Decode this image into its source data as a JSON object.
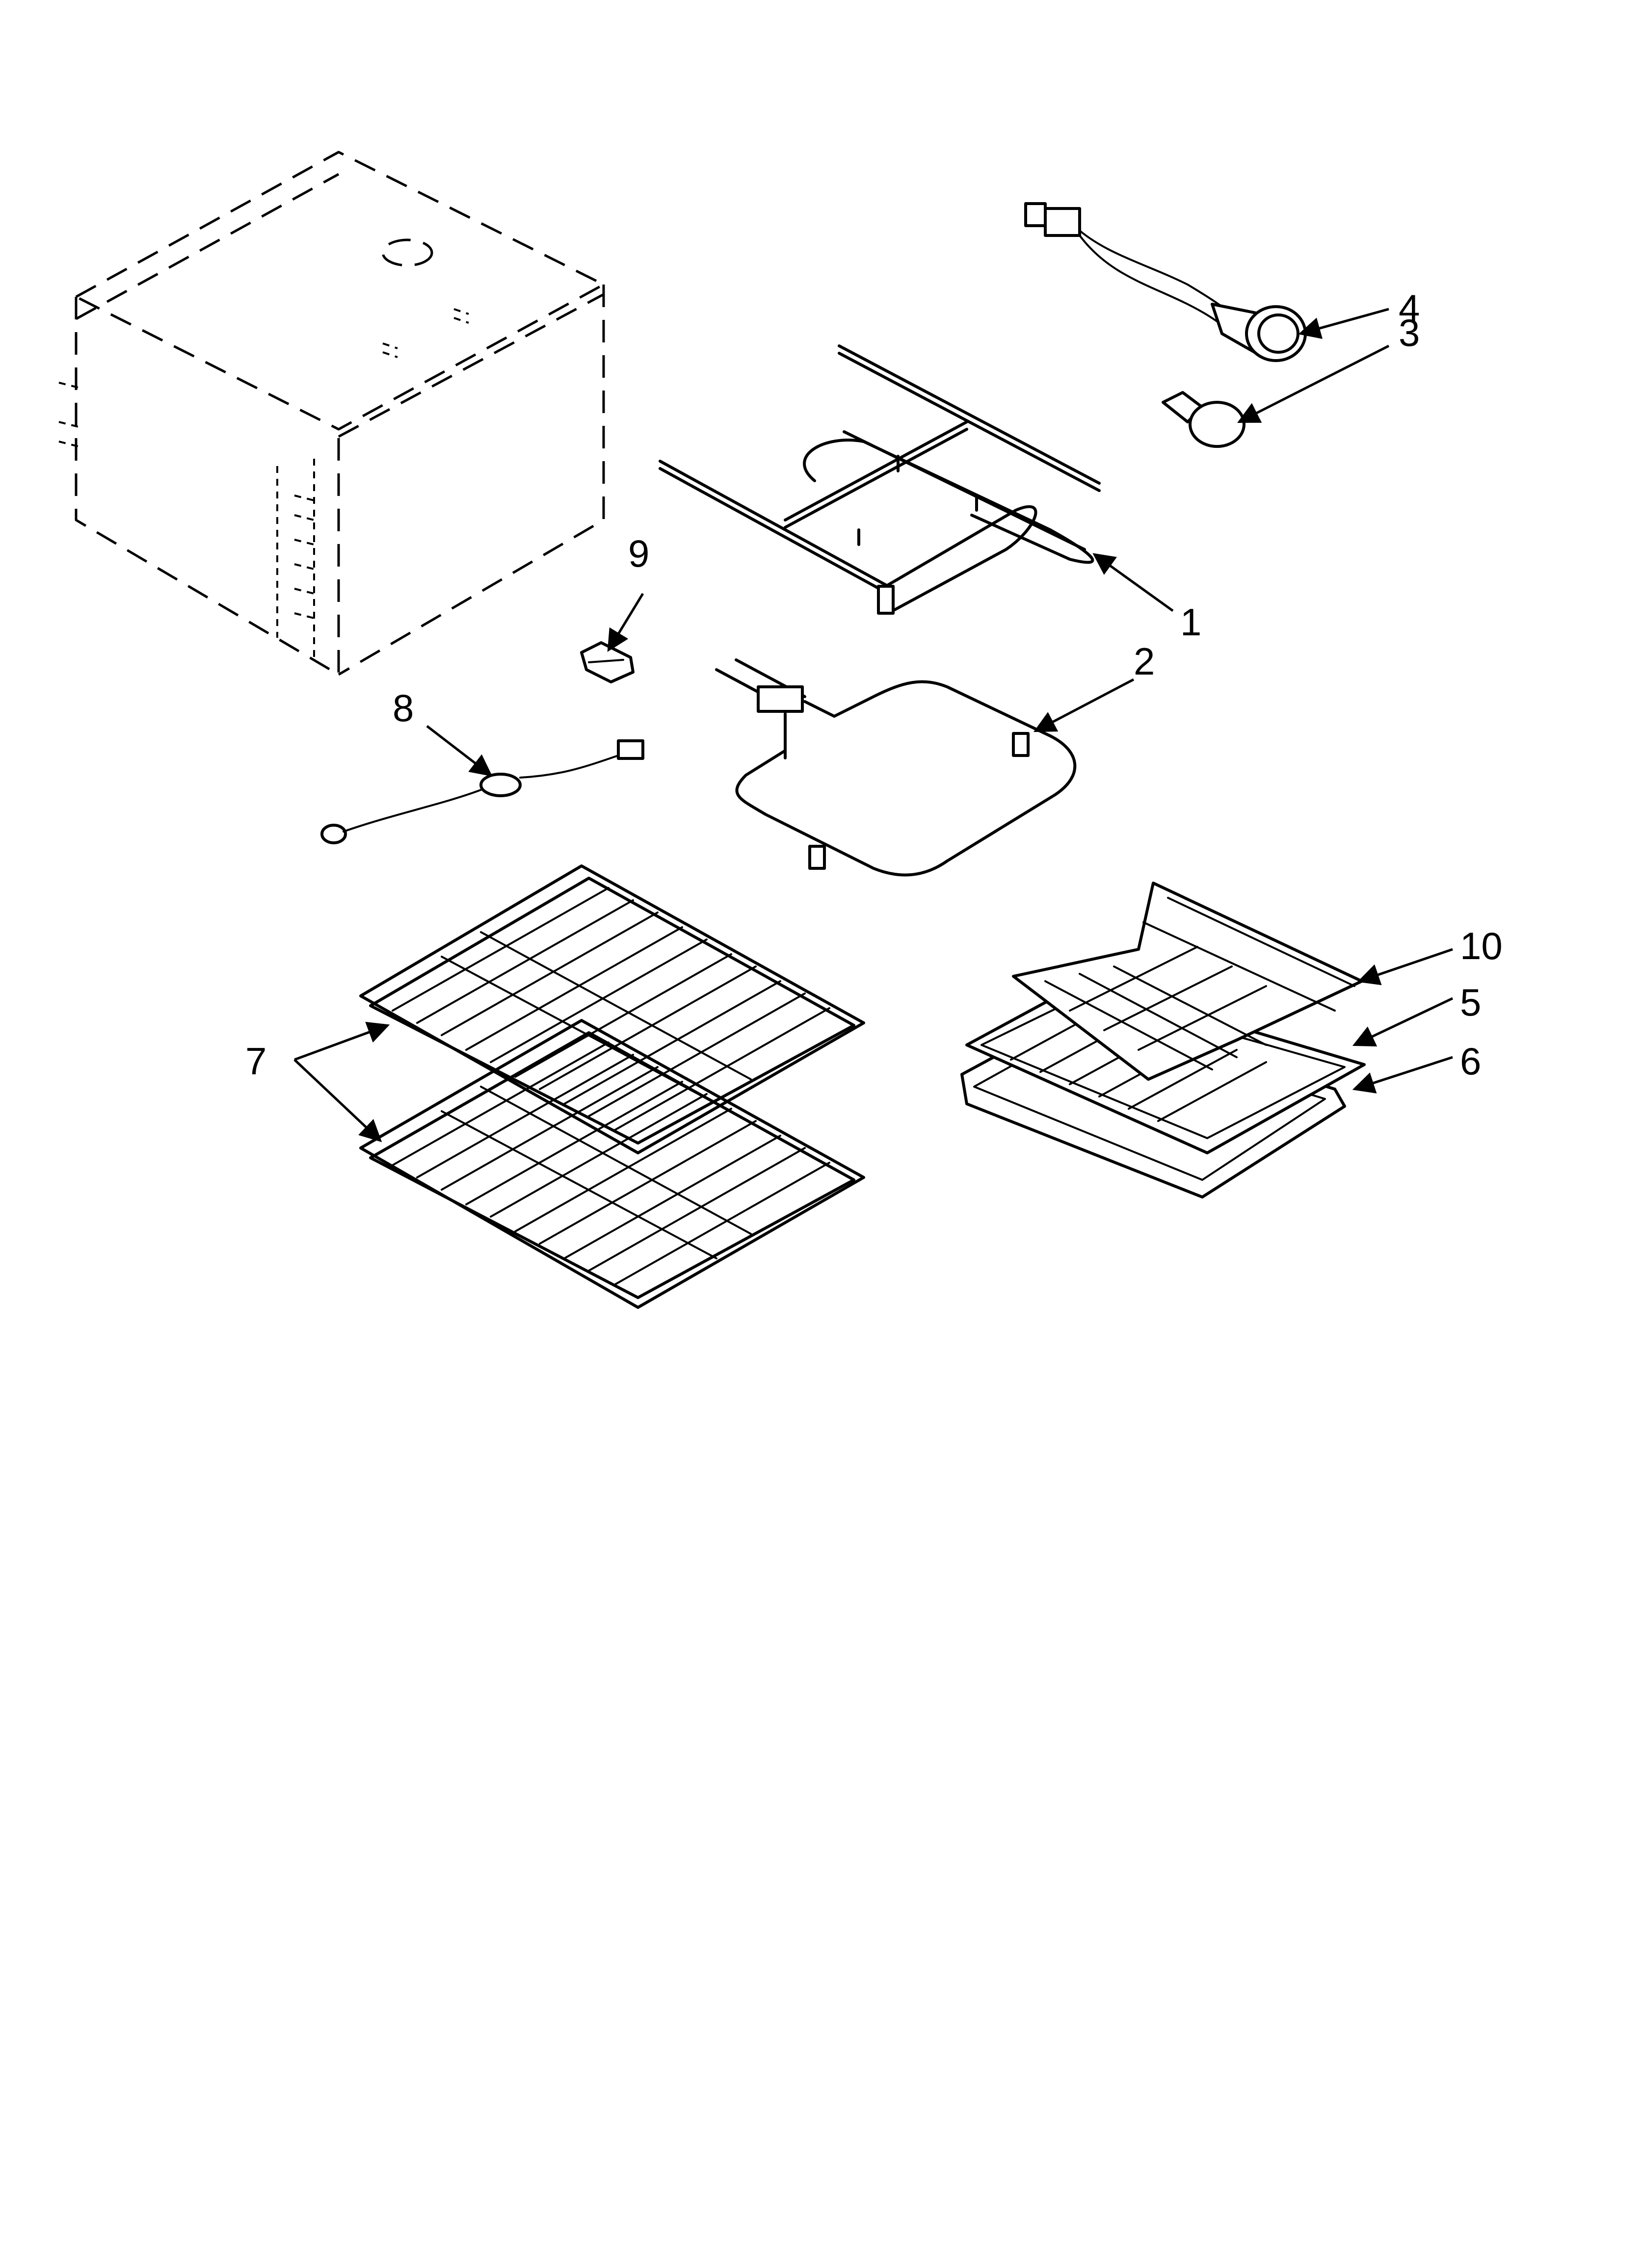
{
  "callouts": {
    "c1": "1",
    "c2": "2",
    "c3": "3",
    "c4": "4",
    "c5": "5",
    "c6": "6",
    "c7": "7",
    "c8": "8",
    "c9": "9",
    "c10": "10"
  }
}
